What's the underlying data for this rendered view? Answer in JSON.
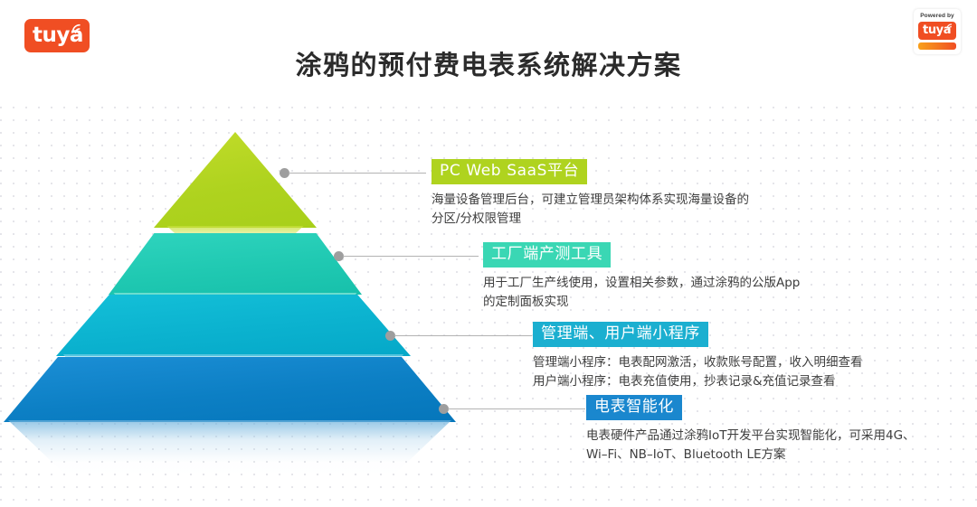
{
  "header": {
    "logo_text": "tuya",
    "logo_color": "#F04E23",
    "title": "涂鸦的预付费电表系统解决方案",
    "powered_by": {
      "label": "Powered by",
      "logo_text": "tuya"
    }
  },
  "pyramid": {
    "tiers": [
      {
        "level": 1,
        "name": "PC Web SaaS平台",
        "color": "#AFD31F"
      },
      {
        "level": 2,
        "name": "工厂端产测工具",
        "color": "#20C9B2"
      },
      {
        "level": 3,
        "name": "管理端、用户端小程序",
        "color": "#0BB2CF"
      },
      {
        "level": 4,
        "name": "电表智能化",
        "color": "#0C7FC4"
      }
    ]
  },
  "blocks": [
    {
      "tag": "PC Web SaaS平台",
      "tag_color": "#AFD31F",
      "desc_line1": "海量设备管理后台，可建立管理员架构体系实现海量设备的",
      "desc_line2": "分区/分权限管理"
    },
    {
      "tag": "工厂端产测工具",
      "tag_color": "#3AD7B4",
      "desc_line1": "用于工厂生产线使用，设置相关参数，通过涂鸦的公版App",
      "desc_line2": "的定制面板实现"
    },
    {
      "tag": "管理端、用户端小程序",
      "tag_color": "#1BAFD0",
      "desc_line1": "管理端小程序：电表配网激活，收款账号配置，收入明细查看",
      "desc_line2": "用户端小程序：电表充值使用，抄表记录&充值记录查看"
    },
    {
      "tag": "电表智能化",
      "tag_color": "#1A87CE",
      "desc_line1": "电表硬件产品通过涂鸦IoT开发平台实现智能化，可采用4G、",
      "desc_line2": "Wi–Fi、NB–IoT、Bluetooth LE方案"
    }
  ]
}
